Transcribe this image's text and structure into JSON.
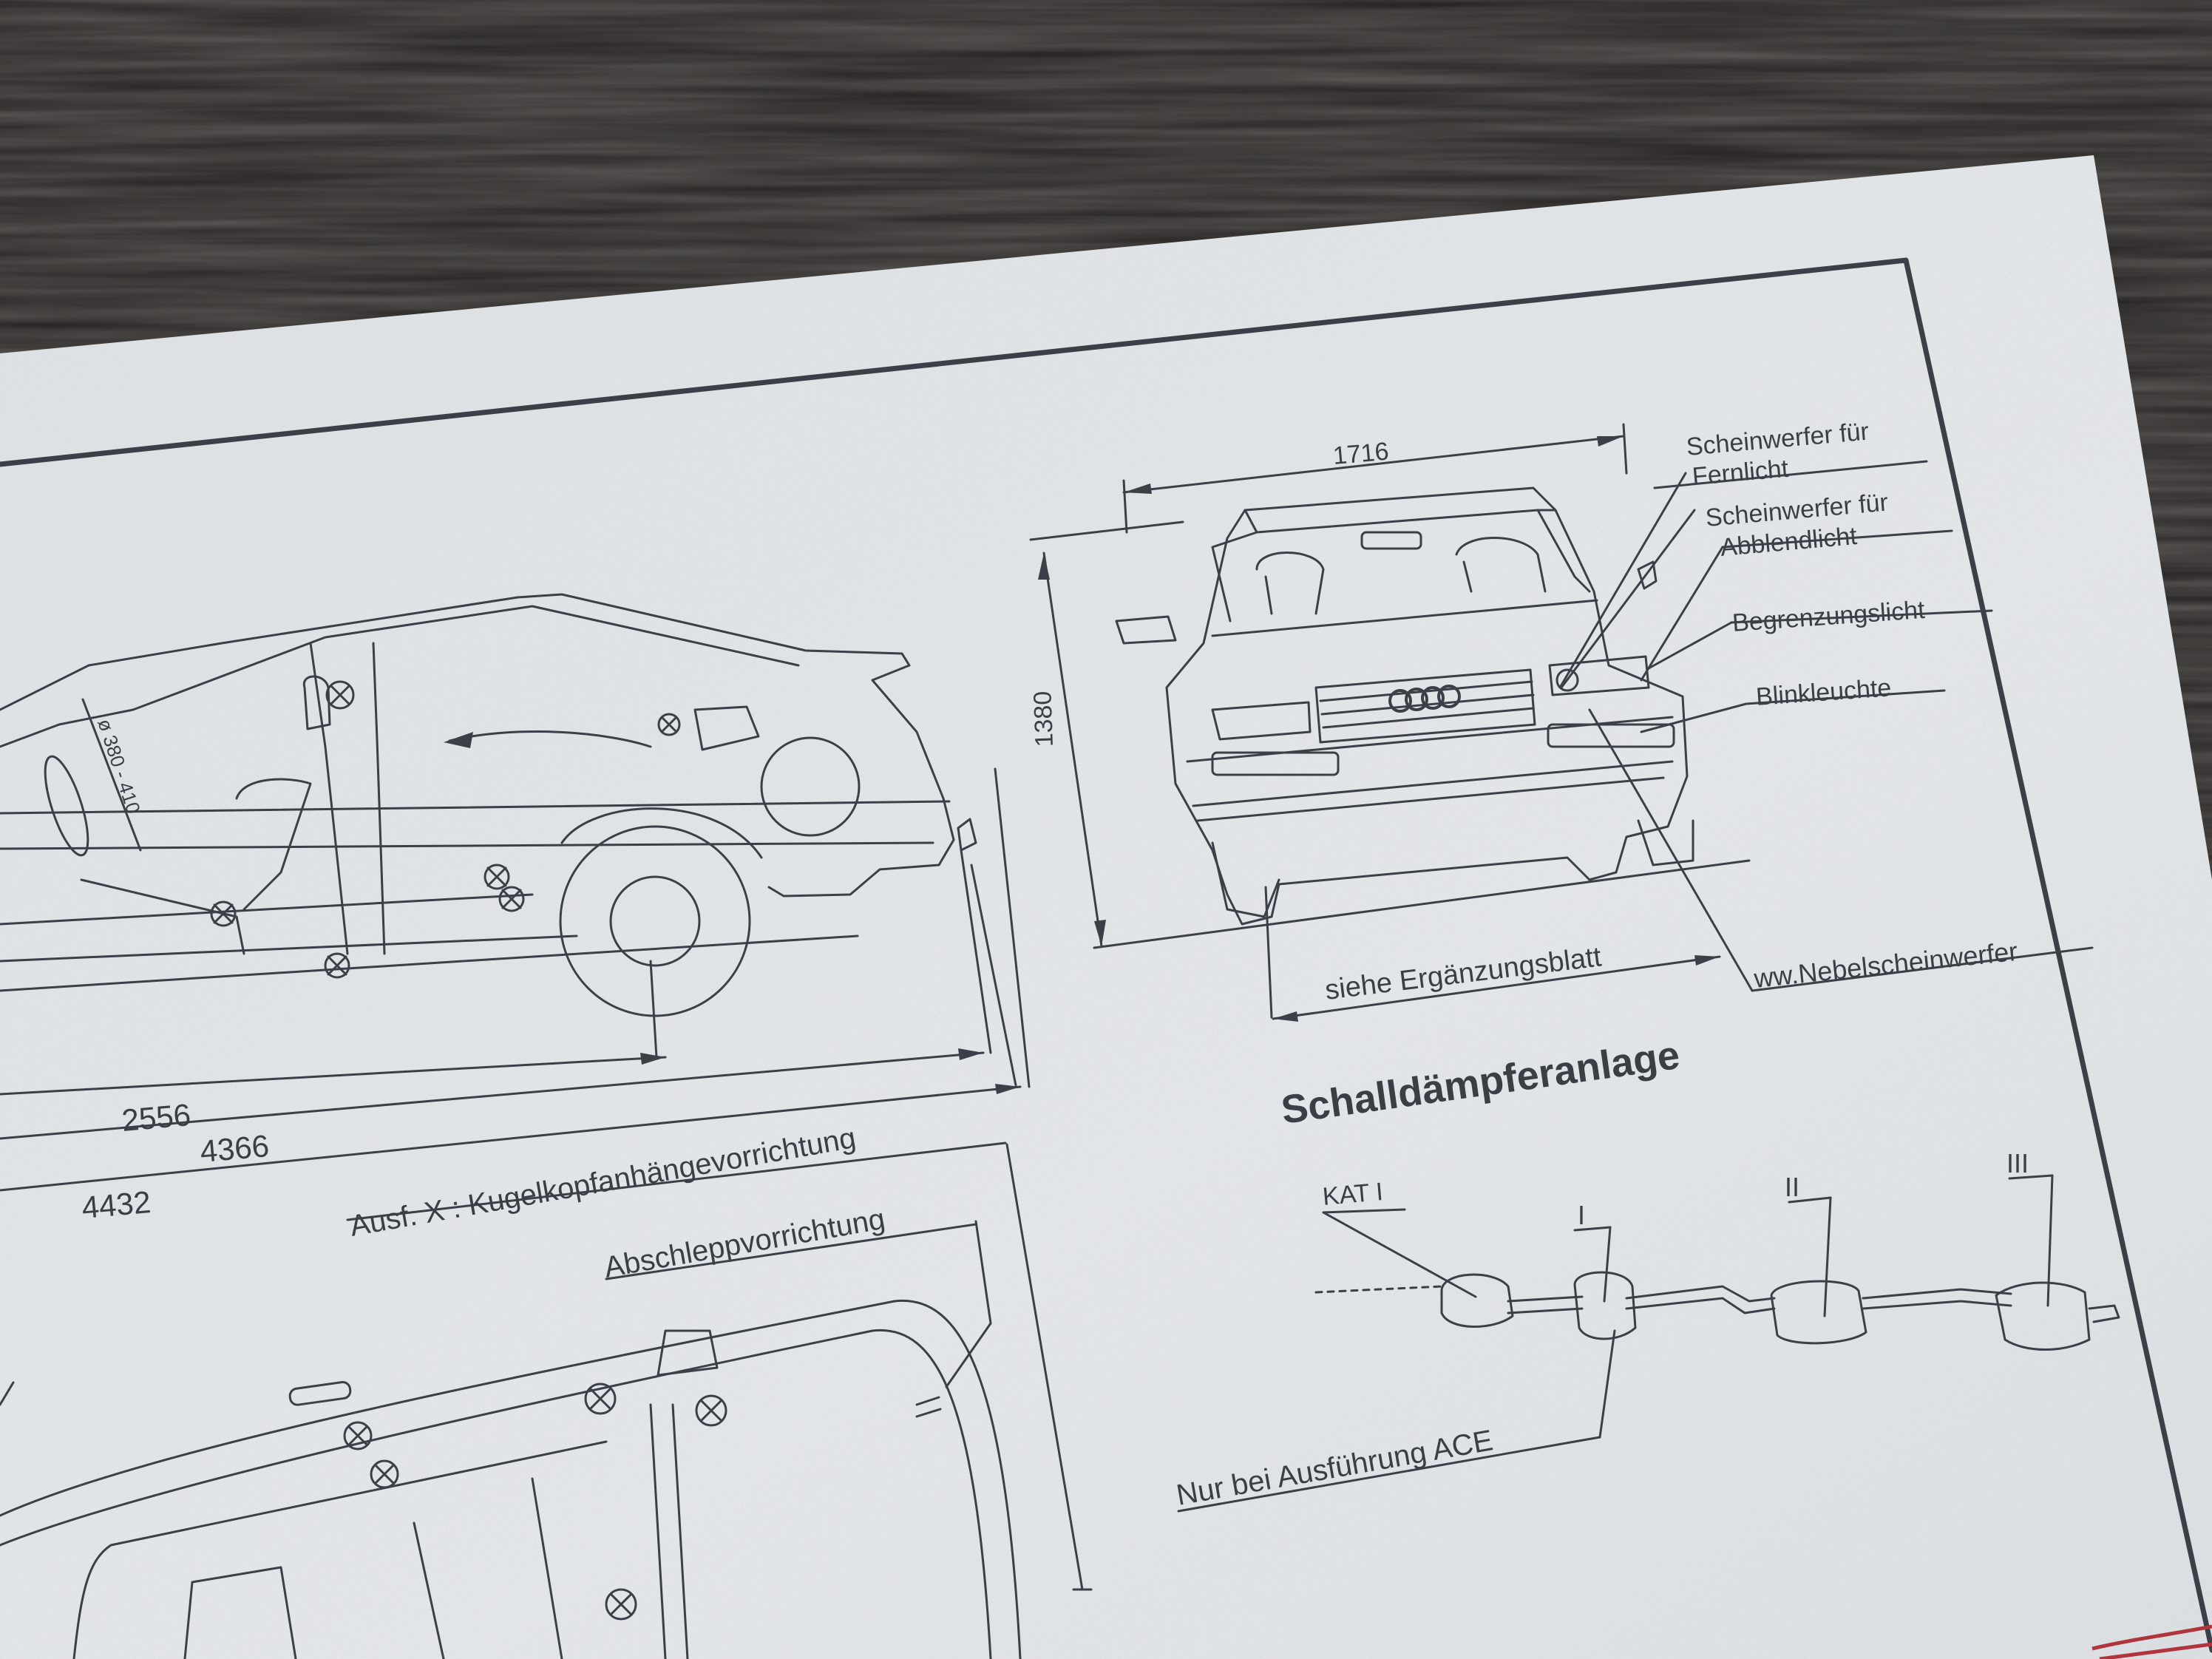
{
  "colors": {
    "table": "#1f1d1b",
    "paper": "#e3e7ea",
    "ink": "#3b4048",
    "accent_red": "#b0343c"
  },
  "labels": {
    "width": "1716",
    "height": "1380",
    "high_beam": [
      "Scheinwerfer für",
      "Fernlicht"
    ],
    "low_beam": [
      "Scheinwerfer für",
      "Abblendlicht"
    ],
    "position_light": "Begrenzungslicht",
    "turn_signal": "Blinkleuchte",
    "supplement_note": "siehe Ergänzungsblatt",
    "fog_lights": "ww.Nebelscheinwerfer",
    "wheelbase": "2556",
    "length_1": "4366",
    "length_2": "4432",
    "towbar": "Ausf. X : Kugelkopfanhängevorrichtung",
    "tow_hook": "Abschleppvorrichtung",
    "tire_dim": "ø 380 - 410",
    "exhaust_title": "Schalldämpferanlage",
    "cat": "KAT I",
    "muffler_1": "I",
    "muffler_2": "II",
    "muffler_3": "III",
    "ace_note": "Nur bei Ausführung ACE"
  }
}
